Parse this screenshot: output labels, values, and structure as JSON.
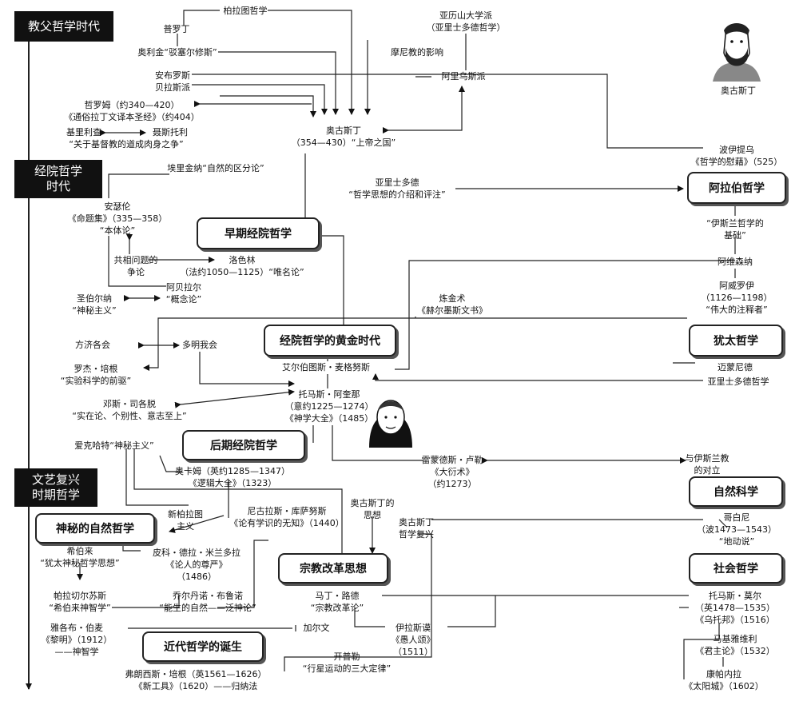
{
  "eras": {
    "patristic": "教父哲学时代",
    "scholastic": [
      "经院哲学",
      "时代"
    ],
    "renaissance": [
      "文艺复兴",
      "时期哲学"
    ]
  },
  "boxes": {
    "arab": "阿拉伯哲学",
    "early_scholastic": "早期经院哲学",
    "golden_age": "经院哲学的黄金时代",
    "jewish": "犹太哲学",
    "late_scholastic": "后期经院哲学",
    "natural_science": "自然科学",
    "mystic_nature": "神秘的自然哲学",
    "reformation": "宗教改革思想",
    "social": "社会哲学",
    "modern": "近代哲学的诞生"
  },
  "nodes": {
    "plato": [
      "柏拉图哲学"
    ],
    "plotinus": [
      "普罗丁"
    ],
    "origen": [
      "奥利金“驳塞尔修斯”"
    ],
    "alexandria": [
      "亚历山大学派",
      "（亚里士多德哲学）"
    ],
    "manichaeism": [
      "摩尼教的影响"
    ],
    "arius": [
      "阿里乌斯派"
    ],
    "ambrose": [
      "安布罗斯",
      "贝拉斯派"
    ],
    "jerome": [
      "哲罗姆（约340—420）",
      "《通俗拉丁文译本圣经》（约404）"
    ],
    "cyril": [
      "基里利查"
    ],
    "nestorius": [
      "聂斯托利"
    ],
    "christ_debate": [
      "“关于基督教的道成肉身之争”"
    ],
    "augustine": [
      "奥古斯丁",
      "（354—430）“上帝之国”"
    ],
    "augustine_label": [
      "奥古斯丁"
    ],
    "boethius": [
      "波伊提乌",
      "《哲学的慰藉》（525）"
    ],
    "eriugena": [
      "埃里金纳“自然的区分论”"
    ],
    "aristotle_intro": [
      "亚里士多德",
      "“哲学思想的介绍和评注”"
    ],
    "anselm": [
      "安瑟伦",
      "《命题集》（335—358）",
      "“本体论”"
    ],
    "islam_basis": [
      "“伊斯兰哲学的",
      "基础”"
    ],
    "universals": [
      "共相问题的",
      "争论"
    ],
    "roscelin": [
      "洛色林",
      "（法约1050—1125）“唯名论”"
    ],
    "avicenna": [
      "阿维森纳"
    ],
    "bernard": [
      "圣伯尔纳",
      "“神秘主义”"
    ],
    "abelard": [
      "阿贝拉尔",
      "“概念论”"
    ],
    "averroes": [
      "阿威罗伊",
      "（1126—1198）",
      "“伟大的注释者”"
    ],
    "alchemy": [
      "炼金术",
      "《赫尔墨斯文书》"
    ],
    "franciscans": [
      "方济各会"
    ],
    "dominicans": [
      "多明我会"
    ],
    "roger_bacon": [
      "罗杰・培根",
      "“实验科学的前驱”"
    ],
    "albertus": [
      "艾尔伯图斯・麦格努斯"
    ],
    "maimonides": [
      "迈蒙尼德"
    ],
    "aristotle_phil": [
      "亚里士多德哲学"
    ],
    "scotus": [
      "邓斯・司各脱",
      "“实在论、个别性、意志至上”"
    ],
    "aquinas": [
      "托马斯・阿奎那",
      "（意约1225—1274）",
      "《神学大全》（1485）"
    ],
    "eckhart": [
      "爱克哈特“神秘主义”"
    ],
    "ockham": [
      "奥卡姆（英约1285—1347）",
      "《逻辑大全》（1323）"
    ],
    "lull": [
      "雷蒙德斯・卢勒",
      "《大衍术》",
      "（约1273）"
    ],
    "islam_opposition": [
      "与伊斯兰教",
      "的对立"
    ],
    "cusanus": [
      "尼古拉斯・库萨努斯",
      "《论有学识的无知》（1440）"
    ],
    "neoplatonism": [
      "新柏拉图",
      "主义"
    ],
    "aug_thought": [
      "奥古斯丁的",
      "思想"
    ],
    "aug_revival": [
      "奥古斯丁",
      "哲学复兴"
    ],
    "copernicus": [
      "哥白尼",
      "（波1473—1543）",
      "“地动说”"
    ],
    "reuchlin": [
      "希伯来",
      "“犹太神秘哲学思想”"
    ],
    "pico": [
      "皮科・德拉・米兰多拉",
      "《论人的尊严》",
      "（1486）"
    ],
    "paracelsus": [
      "帕拉切尔苏斯",
      "“希伯来神智学”"
    ],
    "bruno": [
      "乔尔丹诺・布鲁诺",
      "“能生的自然——泛神论”"
    ],
    "luther": [
      "马丁・路德",
      "“宗教改革论”"
    ],
    "more": [
      "托马斯・莫尔",
      "（英1478—1535）",
      "《乌托邦》（1516）"
    ],
    "boehme": [
      "雅各布・伯麦",
      "《黎明》（1912）",
      "——神智学"
    ],
    "calvin": [
      "加尔文"
    ],
    "erasmus": [
      "伊拉斯谟",
      "《愚人颂》",
      "（1511）"
    ],
    "machiavelli": [
      "马基雅维利",
      "《君主论》（1532）"
    ],
    "kepler": [
      "开普勒",
      "“行星运动的三大定律”"
    ],
    "francis_bacon": [
      "弗朗西斯・培根（英1561—1626）",
      "《新工具》（1620）——归纳法"
    ],
    "campanella": [
      "康帕内拉",
      "《太阳城》（1602）"
    ]
  }
}
